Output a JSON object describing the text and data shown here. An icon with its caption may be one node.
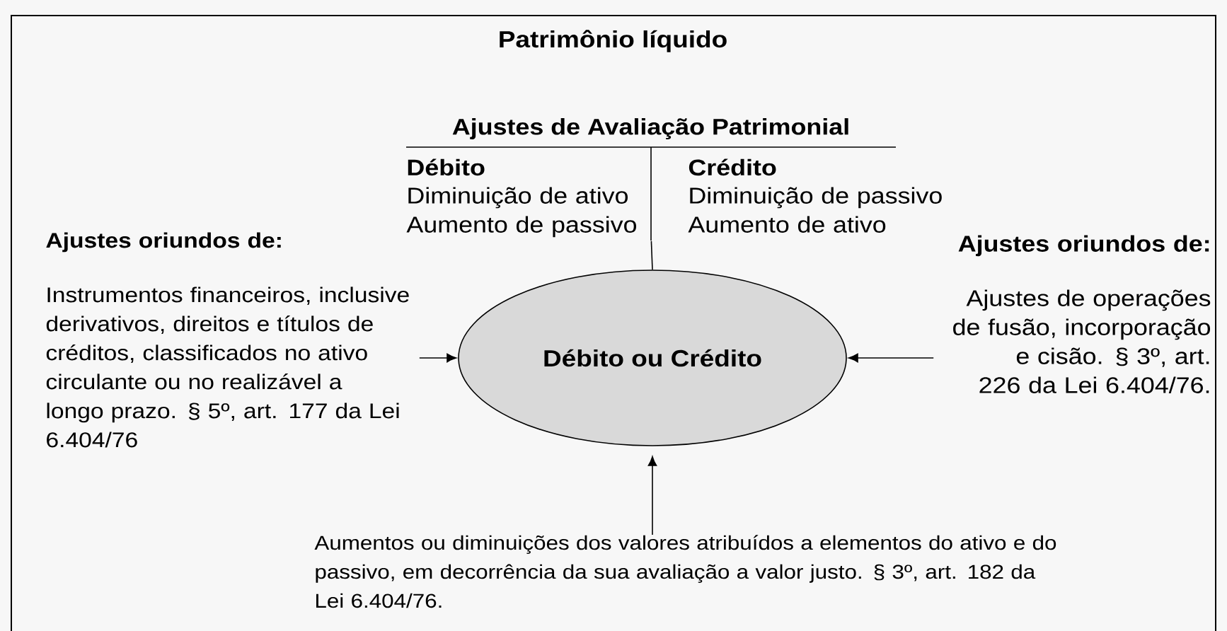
{
  "diagram": {
    "nodes": [
      {
        "text": [
          "Patrimônio líquido"
        ]
      },
      {
        "text": [
          "Ajustes de Avaliação Patrimonial",
          "Débito",
          "Diminuição de ativo Aumento de passivo",
          "Crédito",
          "Diminuição de passivo Aumento de ativo"
        ],
        "in": 0
      },
      {
        "text": [
          "Débito ou Crédito"
        ],
        "in": 0
      },
      {
        "text": [
          "Ajustes oriundos de:",
          "Instrumentos financeiros, inclusive derivativos, direitos e títulos de créditos, classificados no ativo circulante ou no realizável a longo prazo. § 5º, art. 177 da Lei 6.404/76"
        ],
        "in": 0
      },
      {
        "text": [
          "Ajustes oriundos de:",
          "Ajustes de operações de fusão, incorporação e cisão. § 3º, art. 226 da Lei 6.404/76."
        ],
        "in": 0
      },
      {
        "text": [
          "Aumentos ou diminuições dos valores atribuídos a elementos do ativo e do passivo, em decorrência da sua avaliação a valor justo. § 3º, art. 182 da Lei 6.404/76."
        ],
        "in": 0
      }
    ],
    "edges": [
      {
        "from": 1,
        "to": 2,
        "arrow": "none"
      },
      {
        "from": 3,
        "to": 2,
        "arrow": "to"
      },
      {
        "from": 4,
        "to": 2,
        "arrow": "to"
      },
      {
        "from": 5,
        "to": 2,
        "arrow": "to"
      }
    ]
  }
}
